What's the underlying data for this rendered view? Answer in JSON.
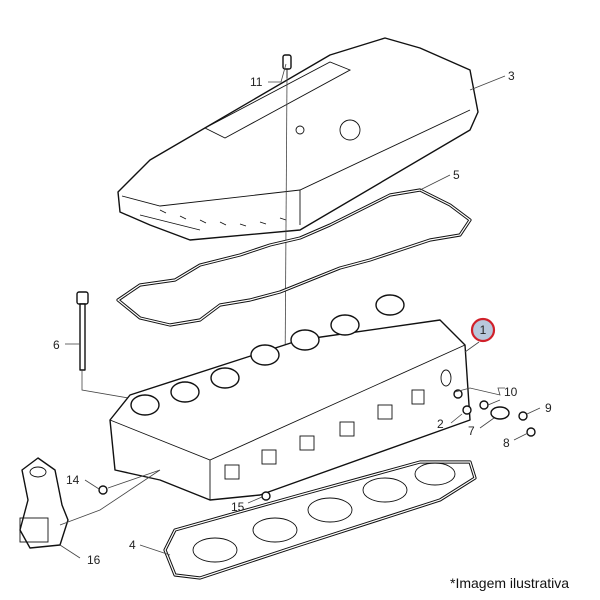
{
  "diagram": {
    "callouts": [
      {
        "id": "11",
        "part": "cover-bolt"
      },
      {
        "id": "3",
        "part": "valve-cover"
      },
      {
        "id": "5",
        "part": "valve-cover-gasket"
      },
      {
        "id": "6",
        "part": "head-bolt"
      },
      {
        "id": "1",
        "part": "cylinder-head",
        "highlighted": true
      },
      {
        "id": "10",
        "part": "fitting-group"
      },
      {
        "id": "9",
        "part": "screw"
      },
      {
        "id": "2",
        "part": "plug"
      },
      {
        "id": "7",
        "part": "gasket-flange"
      },
      {
        "id": "8",
        "part": "screw"
      },
      {
        "id": "14",
        "part": "bolt"
      },
      {
        "id": "15",
        "part": "plug"
      },
      {
        "id": "16",
        "part": "lifting-bracket"
      },
      {
        "id": "4",
        "part": "head-gasket"
      }
    ],
    "highlight_color": "#d0202a",
    "highlight_fill": "#b8c8dc",
    "caption": "*Imagem ilustrativa"
  }
}
